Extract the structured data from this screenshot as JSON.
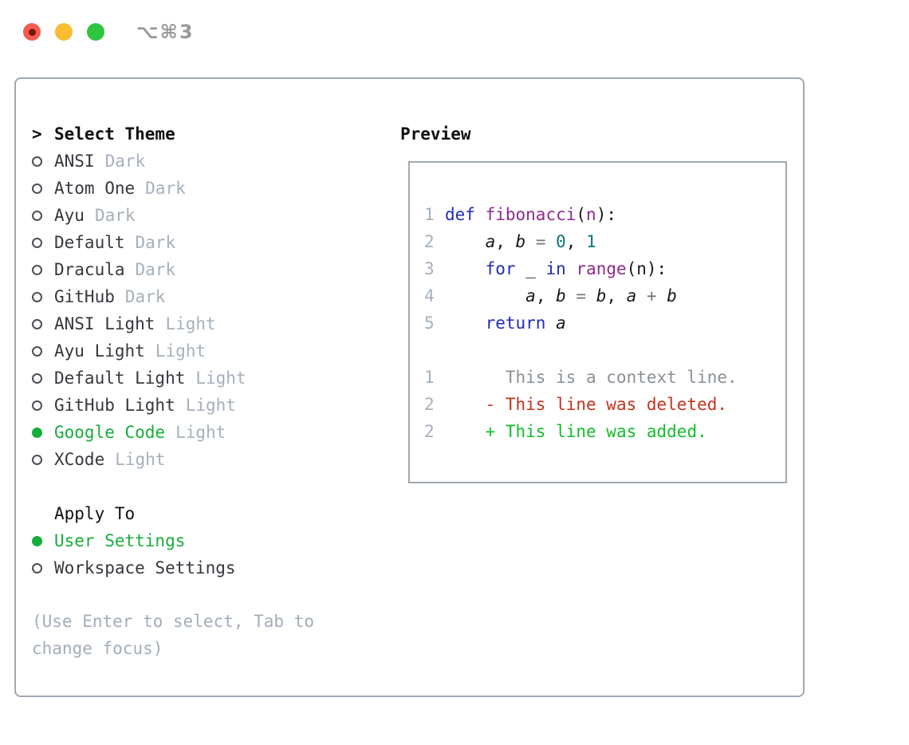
{
  "titlebar": {
    "shortcut": "⌥⌘3"
  },
  "theme_panel": {
    "header": {
      "prefix": ">",
      "label": "Select Theme"
    },
    "themes": [
      {
        "name": "ANSI",
        "variant": "Dark",
        "selected": false
      },
      {
        "name": "Atom One",
        "variant": "Dark",
        "selected": false
      },
      {
        "name": "Ayu",
        "variant": "Dark",
        "selected": false
      },
      {
        "name": "Default",
        "variant": "Dark",
        "selected": false
      },
      {
        "name": "Dracula",
        "variant": "Dark",
        "selected": false
      },
      {
        "name": "GitHub",
        "variant": "Dark",
        "selected": false
      },
      {
        "name": "ANSI Light",
        "variant": "Light",
        "selected": false
      },
      {
        "name": "Ayu Light",
        "variant": "Light",
        "selected": false
      },
      {
        "name": "Default Light",
        "variant": "Light",
        "selected": false
      },
      {
        "name": "GitHub Light",
        "variant": "Light",
        "selected": false
      },
      {
        "name": "Google Code",
        "variant": "Light",
        "selected": true
      },
      {
        "name": "XCode",
        "variant": "Light",
        "selected": false
      }
    ],
    "apply_to": {
      "header": "Apply To",
      "options": [
        {
          "label": "User Settings",
          "selected": true
        },
        {
          "label": "Workspace Settings",
          "selected": false
        }
      ]
    },
    "hint": "(Use Enter to select, Tab to change focus)"
  },
  "preview": {
    "title": "Preview",
    "lines": [
      {
        "num": "1",
        "tokens": [
          {
            "text": "def",
            "style": "kwd"
          },
          {
            "text": " ",
            "style": "pln"
          },
          {
            "text": "fibonacci",
            "style": "typ"
          },
          {
            "text": "(",
            "style": "pln"
          },
          {
            "text": "n",
            "style": "typ"
          },
          {
            "text": "):",
            "style": "pln"
          }
        ]
      },
      {
        "num": "2",
        "tokens": [
          {
            "text": "    ",
            "style": "pln"
          },
          {
            "text": "a",
            "style": "var"
          },
          {
            "text": ", ",
            "style": "pln"
          },
          {
            "text": "b",
            "style": "var"
          },
          {
            "text": " = ",
            "style": "op"
          },
          {
            "text": "0",
            "style": "lit"
          },
          {
            "text": ", ",
            "style": "pln"
          },
          {
            "text": "1",
            "style": "lit"
          }
        ]
      },
      {
        "num": "3",
        "tokens": [
          {
            "text": "    ",
            "style": "pln"
          },
          {
            "text": "for",
            "style": "kwd"
          },
          {
            "text": " _ ",
            "style": "pln"
          },
          {
            "text": "in",
            "style": "kwd"
          },
          {
            "text": " ",
            "style": "pln"
          },
          {
            "text": "range",
            "style": "typ"
          },
          {
            "text": "(n):",
            "style": "pln"
          }
        ]
      },
      {
        "num": "4",
        "tokens": [
          {
            "text": "        ",
            "style": "pln"
          },
          {
            "text": "a",
            "style": "var"
          },
          {
            "text": ", ",
            "style": "pln"
          },
          {
            "text": "b",
            "style": "var"
          },
          {
            "text": " = ",
            "style": "op"
          },
          {
            "text": "b",
            "style": "var"
          },
          {
            "text": ", ",
            "style": "pln"
          },
          {
            "text": "a",
            "style": "var"
          },
          {
            "text": " + ",
            "style": "op"
          },
          {
            "text": "b",
            "style": "var"
          }
        ]
      },
      {
        "num": "5",
        "tokens": [
          {
            "text": "    ",
            "style": "pln"
          },
          {
            "text": "return",
            "style": "kwd"
          },
          {
            "text": " ",
            "style": "pln"
          },
          {
            "text": "a",
            "style": "var"
          }
        ]
      },
      {
        "num": "",
        "tokens": []
      },
      {
        "num": "1",
        "tokens": [
          {
            "text": "      This is a context line.",
            "style": "ctx"
          }
        ]
      },
      {
        "num": "2",
        "tokens": [
          {
            "text": "    ",
            "style": "pln"
          },
          {
            "text": "- This line was deleted.",
            "style": "del"
          }
        ]
      },
      {
        "num": "2",
        "tokens": [
          {
            "text": "    ",
            "style": "pln"
          },
          {
            "text": "+ This line was added.",
            "style": "add"
          }
        ]
      }
    ]
  },
  "colors": {
    "accent_green": "#17ad3a",
    "diff_red": "#c5331d",
    "diff_green": "#12bd2a",
    "keyword_blue": "#1f2db8",
    "name_purple": "#8f2a8c",
    "literal_teal": "#0e7474",
    "muted_gray_blue": "#a5b0bd",
    "panel_border": "#9fa8b4",
    "traffic_red": "#f45c52",
    "traffic_yellow": "#f9bd33",
    "traffic_green": "#30c53f"
  }
}
